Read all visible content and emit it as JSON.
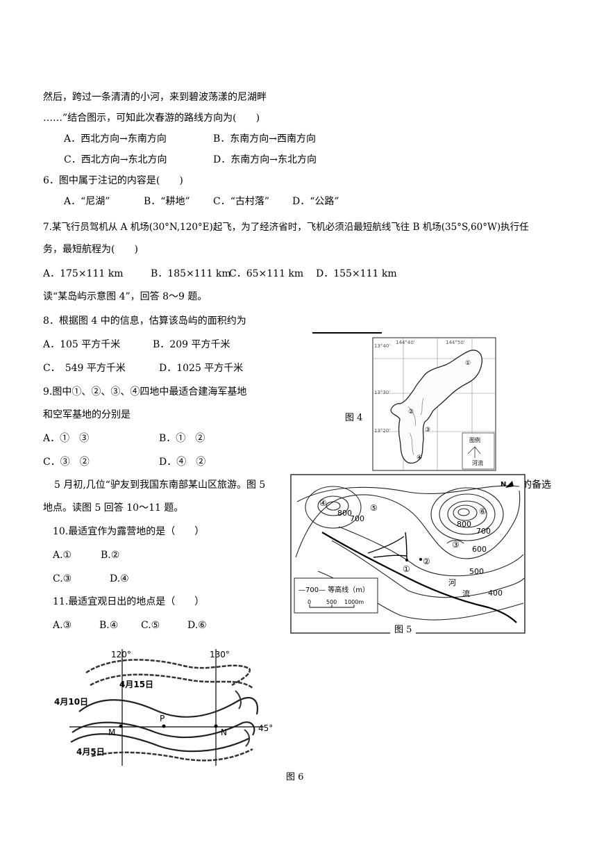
{
  "lines": {
    "l1": "然后，跨过一条清清的小河，来到碧波荡漾的尼湖畔",
    "l2": "……”结合图示，可知此次春游的路线方向为(　　)",
    "q5": {
      "a": "A．西北方向→东南方向",
      "b": "B．东南方向→西南方向",
      "c": "C．西北方向→东北方向",
      "d": "D．东南方向→东北方向"
    },
    "q6": {
      "stem": "6．图中属于注记的内容是(　　)",
      "a": "A．“尼湖”",
      "b": "B．“耕地”",
      "c": "C．“古村落”",
      "d": "D．“公路”"
    },
    "q7": {
      "stem1": "7.某飞行员驾机从 A 机场(30°N,120°E)起飞，为了经济省时，飞机必须沿最短航线飞往 B 机场(35°S,60°W)执行任",
      "stem2": "务，最短航程为(　　)",
      "a": "A．175×111 km",
      "b": "B．185×111 km",
      "c": "C．65×111 km",
      "d": "D．155×111 km"
    },
    "intro89": "读“某岛屿示意图 4”，回答 8～9 题。",
    "q8": {
      "stem": "8．根据图 4 中的信息，估算该岛屿的面积约为",
      "a": "A．105 平方千米",
      "b": "B．209 平方千米",
      "c": "C．　549 平方千米",
      "d": "D．1025 平方千米"
    },
    "q9": {
      "stem1": "9.图中①、②、③、④四地中最适合建海军基地",
      "stem2": "和空军基地的分别是",
      "a": "A．①　③",
      "b": "B．①　②",
      "c": "C．③　②",
      "d": "D．④　②"
    },
    "intro1011": {
      "l1": "5 月初,几位“驴友到我国东南部某山区旅游。图 5",
      "l1_tail": "的备选",
      "l2": "地点。读图 5 回答 10～11 题。"
    },
    "q10": {
      "stem": "10.最适宜作为露营地的是（　　）",
      "a": "A.①",
      "b": "B.②",
      "c": "C.③",
      "d": "D.④"
    },
    "q11": {
      "stem": "11.最适宜观日出的地点是（　　）",
      "a": "A.③",
      "b": "B.④",
      "c": "C.⑤",
      "d": "D.⑥"
    }
  },
  "fig4": {
    "caption": "图 4",
    "lat_labels": [
      "13°40'",
      "13°30'",
      "13°20'"
    ],
    "lon_labels": [
      "144°40'",
      "144°50'"
    ],
    "points": [
      "①",
      "②",
      "③",
      "④"
    ],
    "legend_title": "图例",
    "legend_item": "河流"
  },
  "fig5": {
    "caption": "图 5",
    "contours": [
      "800",
      "700",
      "800",
      "700",
      "600",
      "500",
      "400"
    ],
    "points": [
      "①",
      "②",
      "③",
      "④",
      "⑤",
      "⑥"
    ],
    "river": [
      "河",
      "流"
    ],
    "legend_text": "—700— 等高线（m）",
    "scale": [
      "0",
      "500",
      "1000m"
    ],
    "north": "N"
  },
  "fig6": {
    "caption": "图 6",
    "lon_labels": [
      "120°",
      "130°"
    ],
    "lat_label": "45°",
    "dates": [
      "4月15日",
      "4月10日",
      "4月5日"
    ],
    "points": [
      "M",
      "P",
      "N"
    ]
  }
}
